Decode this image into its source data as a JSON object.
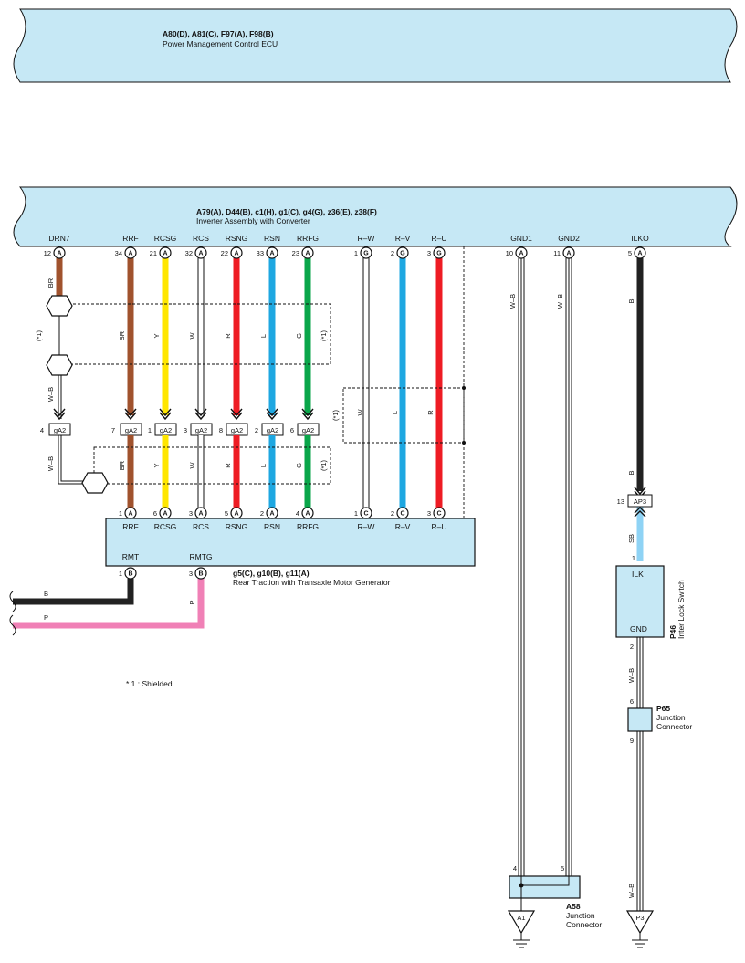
{
  "ecu": {
    "codes": "A80(D), A81(C), F97(A), F98(B)",
    "name": "Power Management Control ECU"
  },
  "inverter": {
    "codes": "A79(A), D44(B), c1(H), g1(C), g4(G), z36(E), z38(F)",
    "name": "Inverter Assembly with Converter",
    "terminals": [
      {
        "name": "DRN7",
        "pin": "12",
        "conn": "A"
      },
      {
        "name": "RRF",
        "pin": "34",
        "conn": "A"
      },
      {
        "name": "RCSG",
        "pin": "21",
        "conn": "A"
      },
      {
        "name": "RCS",
        "pin": "32",
        "conn": "A"
      },
      {
        "name": "RSNG",
        "pin": "22",
        "conn": "A"
      },
      {
        "name": "RSN",
        "pin": "33",
        "conn": "A"
      },
      {
        "name": "RRFG",
        "pin": "23",
        "conn": "A"
      },
      {
        "name": "R–W",
        "pin": "1",
        "conn": "G"
      },
      {
        "name": "R–V",
        "pin": "2",
        "conn": "G"
      },
      {
        "name": "R–U",
        "pin": "3",
        "conn": "G"
      },
      {
        "name": "GND1",
        "pin": "10",
        "conn": "A"
      },
      {
        "name": "GND2",
        "pin": "11",
        "conn": "A"
      },
      {
        "name": "ILKO",
        "pin": "5",
        "conn": "A"
      }
    ]
  },
  "wires_upper": [
    "BR",
    "BR",
    "Y",
    "W",
    "R",
    "L",
    "G",
    "W",
    "L",
    "R",
    "W–B",
    "W–B",
    "B"
  ],
  "wires_lower": [
    "BR",
    "Y",
    "W",
    "R",
    "L",
    "G",
    "B"
  ],
  "junction_ga2": {
    "code": "gA2",
    "pins": [
      "4",
      "7",
      "1",
      "3",
      "8",
      "2",
      "6"
    ]
  },
  "shield": {
    "marker": "(*1)",
    "note": "* 1 : Shielded",
    "drain_upper": "W–B",
    "drain_lower": "W–B"
  },
  "motor": {
    "codes": "g5(C), g10(B), g11(A)",
    "name": "Rear Traction with Transaxle Motor Generator",
    "terminals": [
      {
        "name": "RRF",
        "pin": "1",
        "conn": "A"
      },
      {
        "name": "RCSG",
        "pin": "6",
        "conn": "A"
      },
      {
        "name": "RCS",
        "pin": "3",
        "conn": "A"
      },
      {
        "name": "RSNG",
        "pin": "5",
        "conn": "A"
      },
      {
        "name": "RSN",
        "pin": "2",
        "conn": "A"
      },
      {
        "name": "RRFG",
        "pin": "4",
        "conn": "A"
      },
      {
        "name": "R–W",
        "pin": "1",
        "conn": "C"
      },
      {
        "name": "R–V",
        "pin": "2",
        "conn": "C"
      },
      {
        "name": "R–U",
        "pin": "3",
        "conn": "C"
      }
    ],
    "lower_terminals": [
      {
        "name": "RMT",
        "pin": "1",
        "conn": "B",
        "wire": "B"
      },
      {
        "name": "RMTG",
        "pin": "3",
        "conn": "B",
        "wire": "P"
      }
    ]
  },
  "ap3": {
    "code": "AP3",
    "pin_top": "13",
    "pin_bottom": "1",
    "wire_below": "SB"
  },
  "interlock": {
    "code": "P46",
    "name": "Inter Lock Switch",
    "term_top": "ILK",
    "term_bottom": "GND",
    "pin_bottom": "2",
    "wire_below": "W–B"
  },
  "p65": {
    "code": "P65",
    "name_line1": "Junction",
    "name_line2": "Connector",
    "pin_top": "6",
    "pin_bottom": "9",
    "wire_below": "W–B"
  },
  "a58": {
    "code": "A58",
    "name_line1": "Junction",
    "name_line2": "Connector",
    "pin_left": "4",
    "pin_right": "5"
  },
  "grounds": [
    "A1",
    "P3"
  ],
  "colors": {
    "box_fill": "#c6e8f5",
    "BR": "#a0522d",
    "Y": "#ffe600",
    "W": "#ffffff",
    "R": "#ee1c24",
    "L": "#1ea7e1",
    "G": "#0aa64a",
    "B": "#222222",
    "P": "#f080b6",
    "SB": "#8fd3f5"
  }
}
